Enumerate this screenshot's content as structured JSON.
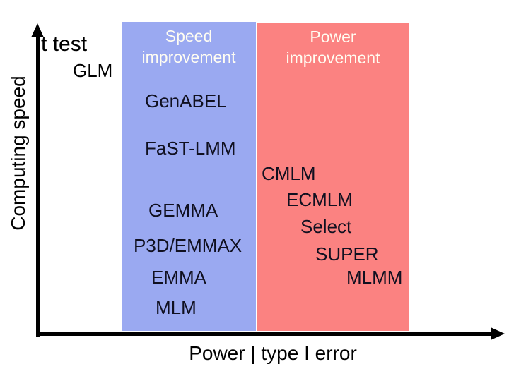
{
  "diagram": {
    "axes": {
      "y_label": "Computing speed",
      "x_label": "Power | type I error"
    },
    "regions": {
      "speed": {
        "title": "Speed improvement",
        "color": "#9aa9f1"
      },
      "power": {
        "title": "Power improvement",
        "color": "#fb8281"
      }
    },
    "methods": {
      "baseline": [
        "t test",
        "GLM"
      ],
      "speed": [
        "GenABEL",
        "FaST-LMM",
        "GEMMA",
        "P3D/EMMAX",
        "EMMA",
        "MLM"
      ],
      "power": [
        "CMLM",
        "ECMLM",
        "Select",
        "SUPER",
        "MLMM"
      ]
    }
  }
}
